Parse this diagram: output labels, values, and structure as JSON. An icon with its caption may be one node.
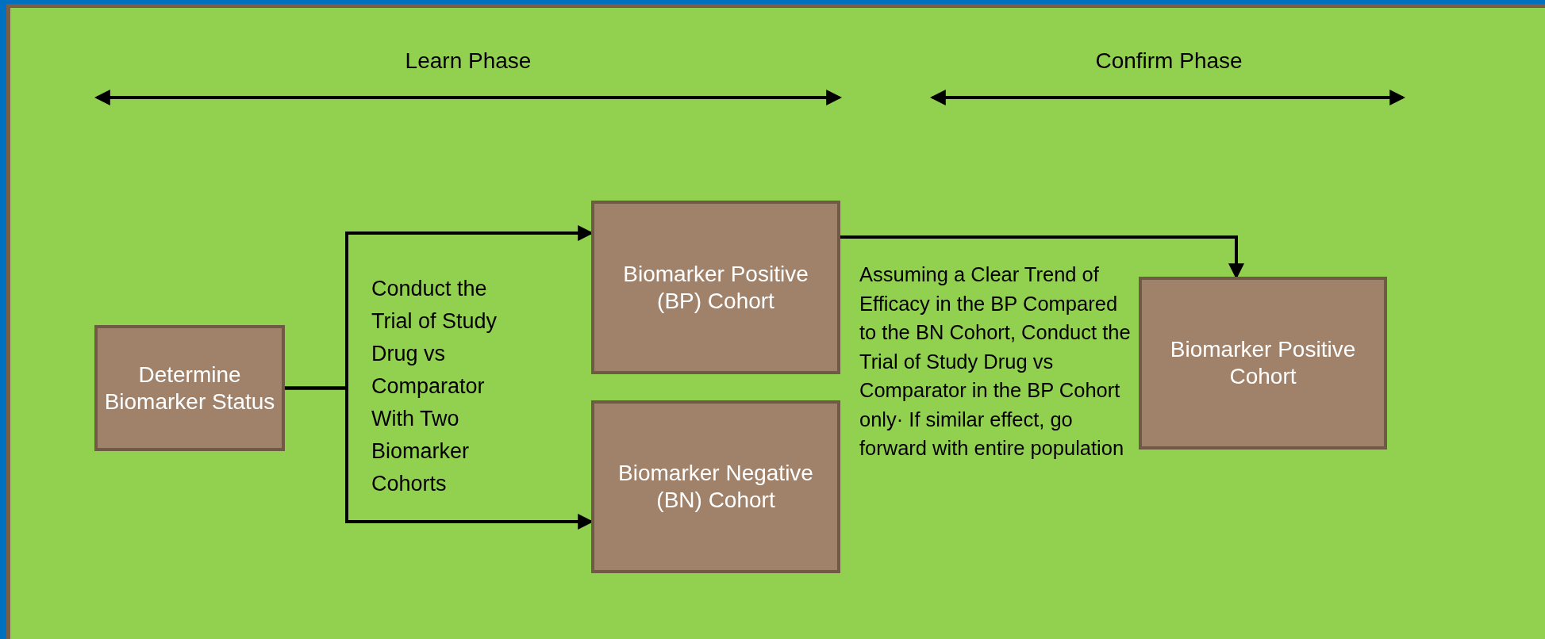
{
  "diagram": {
    "nodes": [
      {
        "text": [
          "Determine Biomarker Status"
        ]
      },
      {
        "text": [
          "Biomarker Positive (BP) Cohort"
        ]
      },
      {
        "text": [
          "Biomarker Negative (BN) Cohort"
        ]
      },
      {
        "text": [
          "Biomarker Positive Cohort"
        ]
      }
    ],
    "edges": [
      {
        "from": 0,
        "to": 1,
        "arrow": "to"
      },
      {
        "from": 0,
        "to": 2,
        "arrow": "to"
      },
      {
        "from": 1,
        "to": 3,
        "arrow": "to"
      }
    ],
    "labels": [
      "Learn Phase",
      "Confirm Phase",
      "Conduct the Trial of Study Drug vs Comparator With Two Biomarker Cohorts",
      "Assuming a Clear Trend of Efficacy in the BP Compared to the BN Cohort, Conduct the Trial of Study Drug vs Comparator in the BP Cohort only· If similar effect, go forward with entire population"
    ]
  }
}
